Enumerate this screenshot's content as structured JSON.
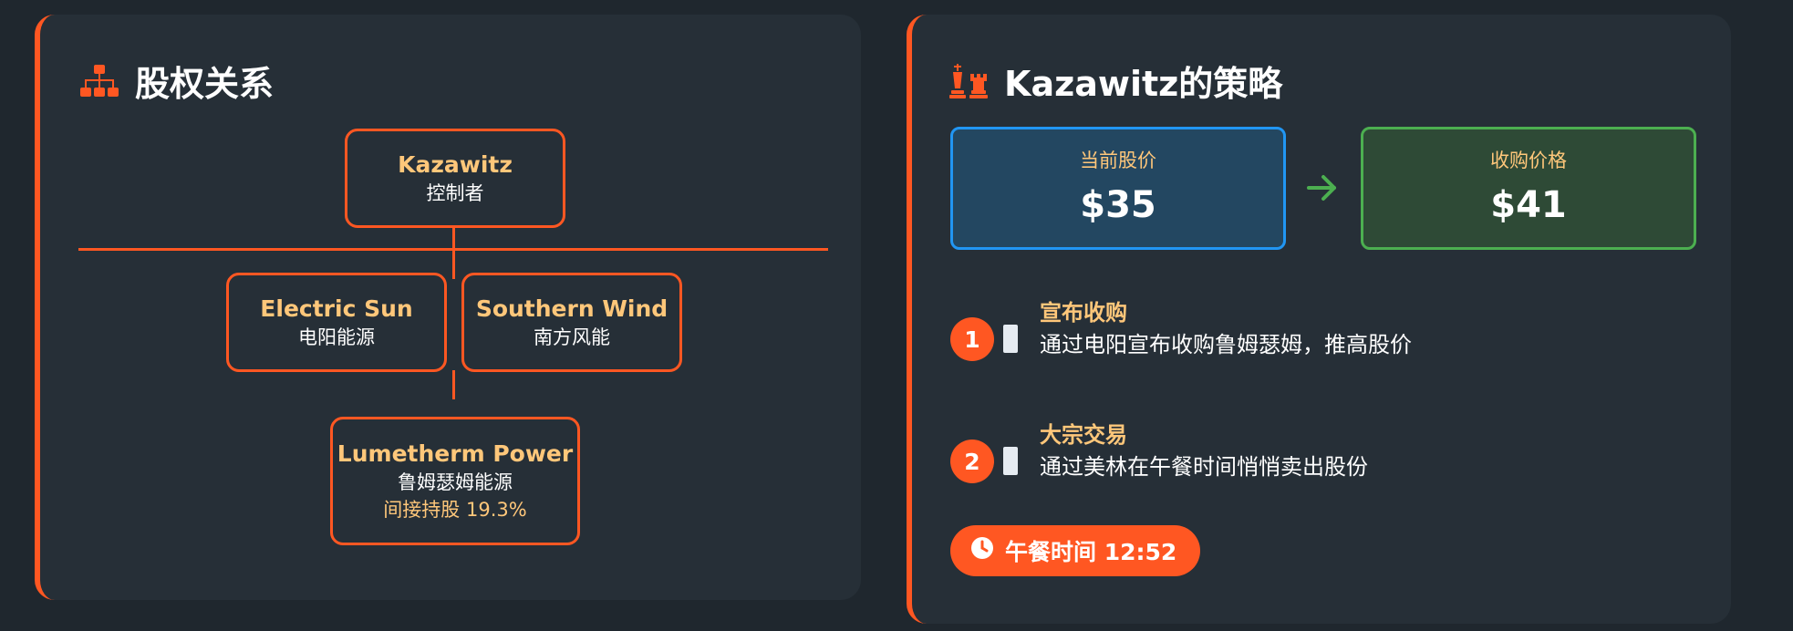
{
  "equity": {
    "title": "股权关系",
    "icon": "sitemap-icon",
    "controller": {
      "name": "Kazawitz",
      "role": "控制者"
    },
    "subsidiaries": [
      {
        "name": "Electric Sun",
        "cn": "电阳能源"
      },
      {
        "name": "Southern Wind",
        "cn": "南方风能"
      }
    ],
    "target": {
      "name": "Lumetherm Power",
      "cn": "鲁姆瑟姆能源",
      "holding": "间接持股 19.3%"
    }
  },
  "strategy": {
    "title": "Kazawitz的策略",
    "icon": "chess-icon",
    "current_price": {
      "label": "当前股价",
      "value": "$35"
    },
    "offer_price": {
      "label": "收购价格",
      "value": "$41"
    },
    "steps": [
      {
        "num": "1",
        "title": "宣布收购",
        "desc": "通过电阳宣布收购鲁姆瑟姆，推高股价"
      },
      {
        "num": "2",
        "title": "大宗交易",
        "desc": "通过美林在午餐时间悄悄卖出股份"
      }
    ],
    "lunch": {
      "icon": "clock-icon",
      "label": "午餐时间 12:52"
    }
  },
  "colors": {
    "accent": "#ff5722",
    "highlight": "#ffc77a",
    "blue": "#2196f3",
    "green": "#4caf50",
    "card": "#262f37",
    "background": "#1f272e"
  }
}
